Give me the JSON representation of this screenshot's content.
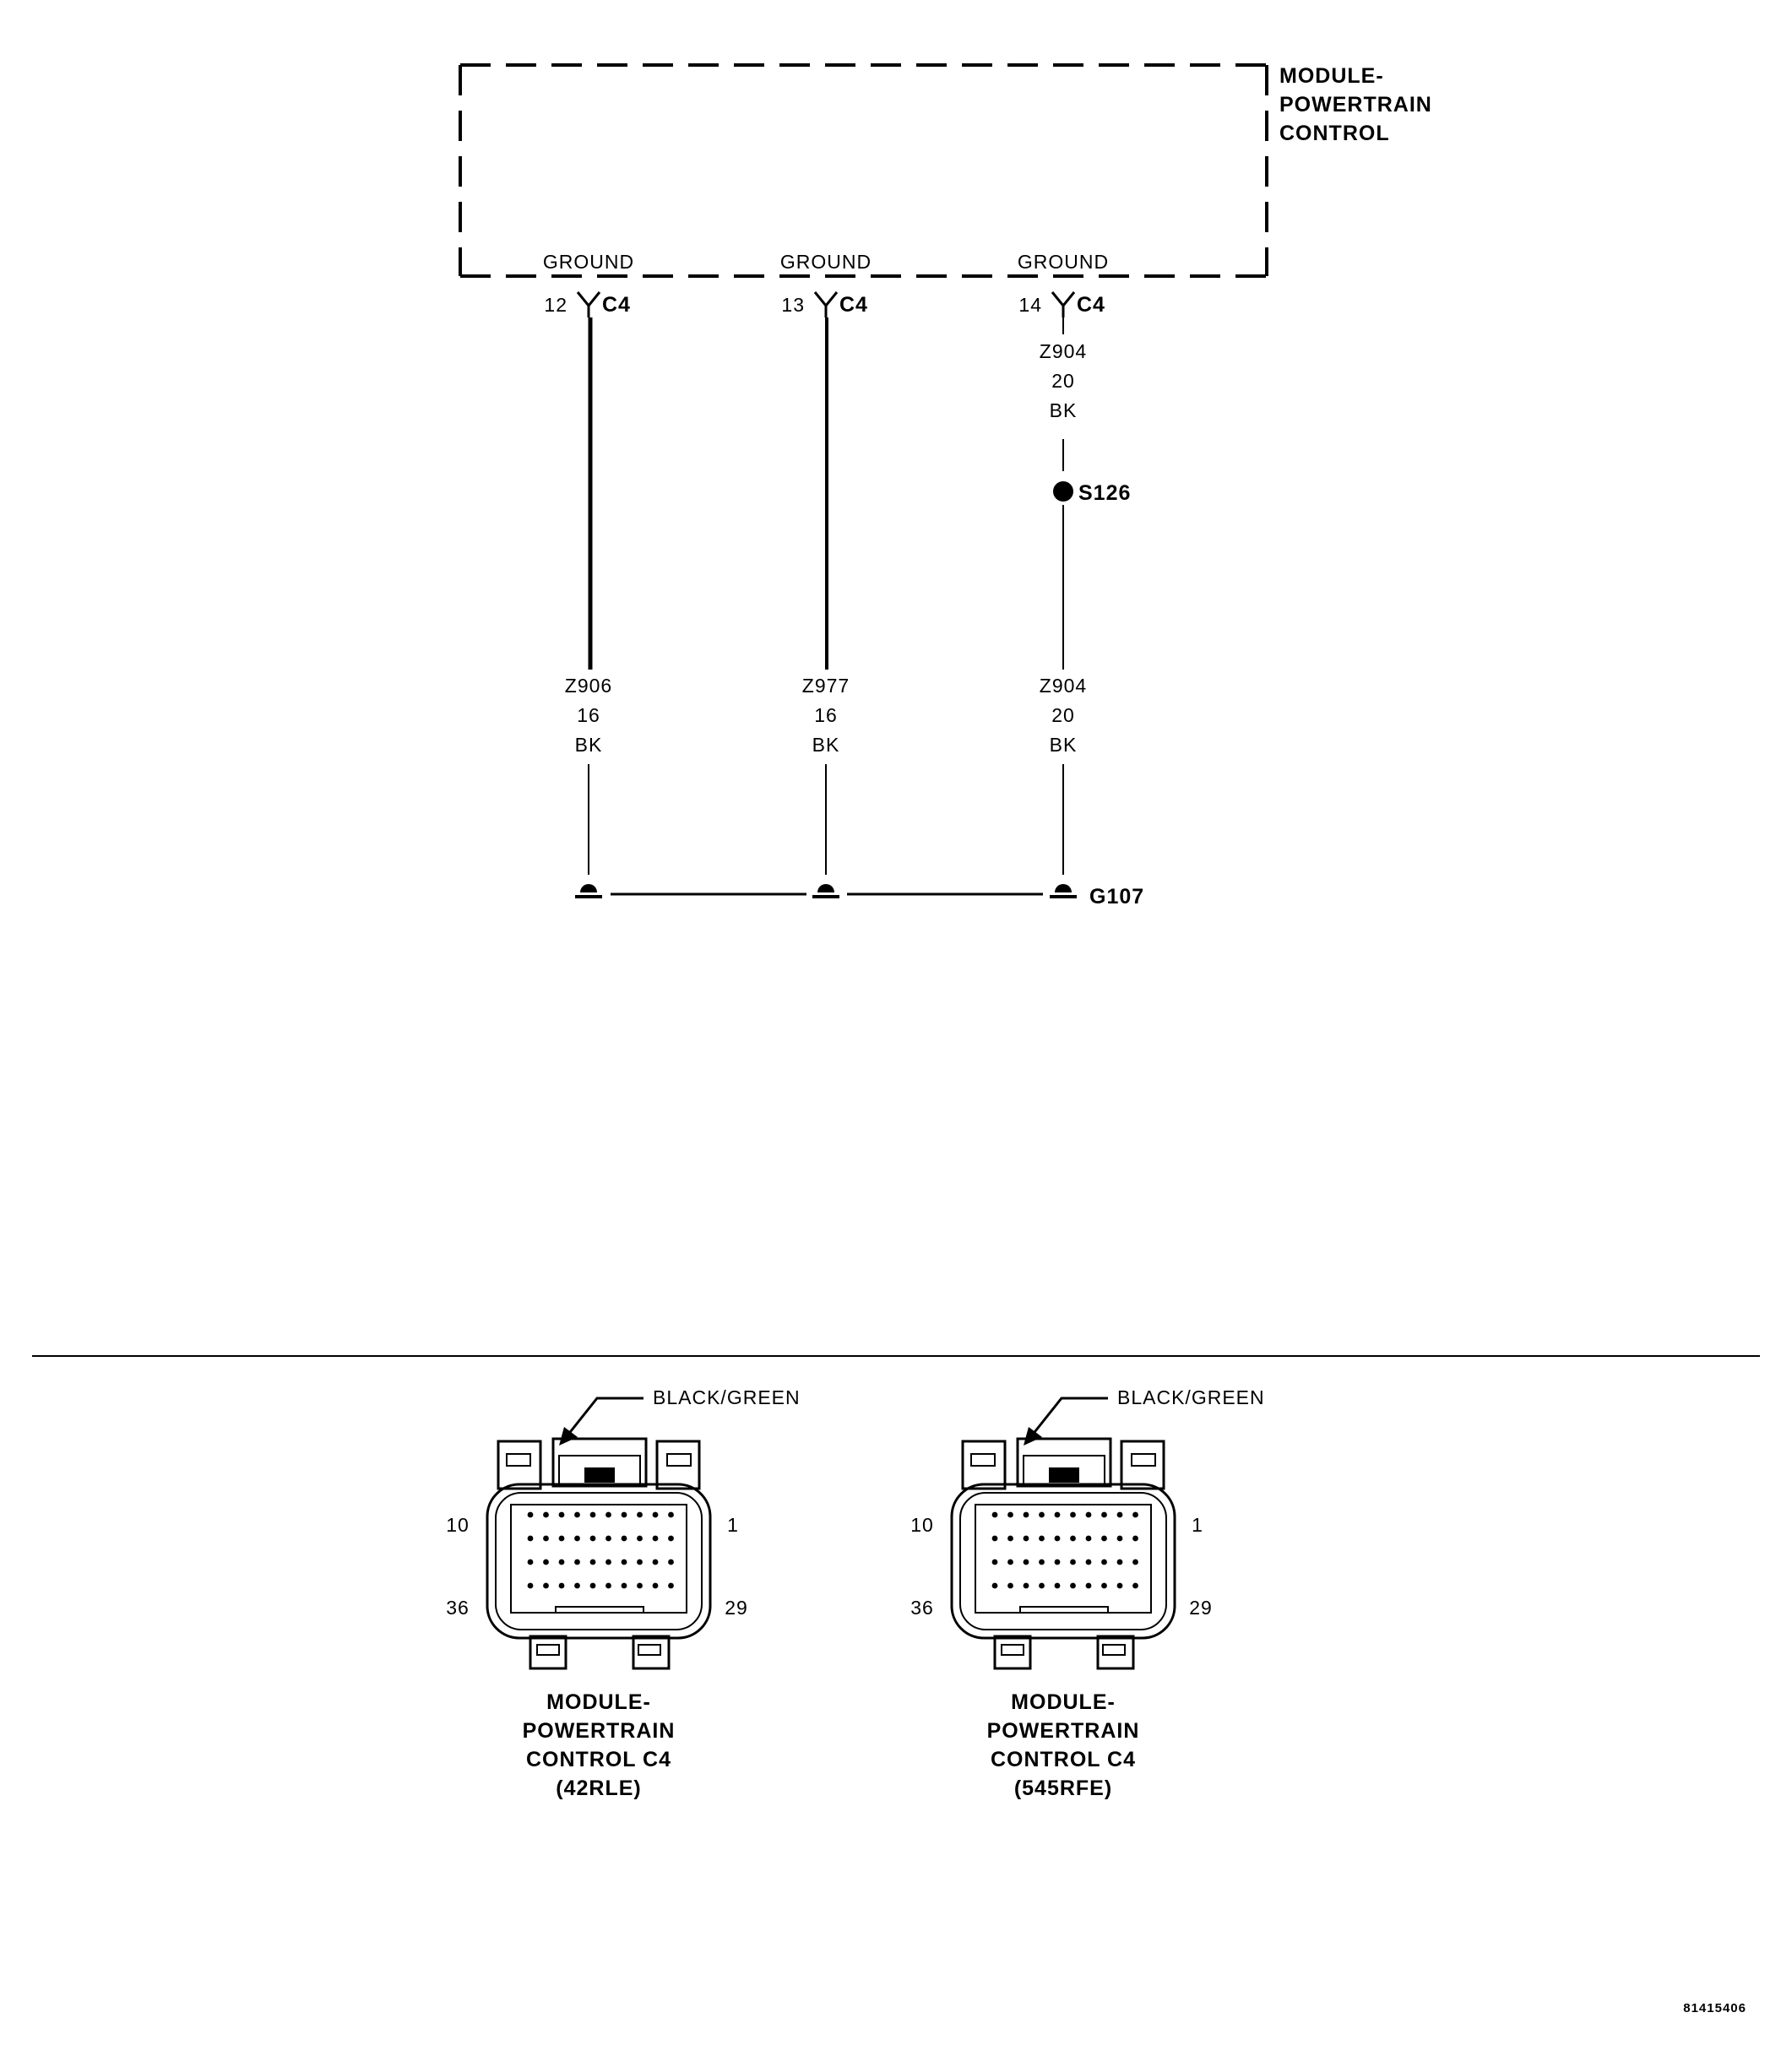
{
  "module": {
    "name_lines": [
      "MODULE-",
      "POWERTRAIN",
      "CONTROL"
    ],
    "pins": [
      {
        "label": "GROUND",
        "number": "12",
        "connector": "C4"
      },
      {
        "label": "GROUND",
        "number": "13",
        "connector": "C4"
      },
      {
        "label": "GROUND",
        "number": "14",
        "connector": "C4"
      }
    ]
  },
  "wires": {
    "upper": {
      "circuit": "Z904",
      "gauge": "20",
      "color": "BK"
    },
    "lower": [
      {
        "circuit": "Z906",
        "gauge": "16",
        "color": "BK"
      },
      {
        "circuit": "Z977",
        "gauge": "16",
        "color": "BK"
      },
      {
        "circuit": "Z904",
        "gauge": "20",
        "color": "BK"
      }
    ]
  },
  "splice": {
    "label": "S126"
  },
  "ground": {
    "label": "G107"
  },
  "connectors": [
    {
      "callout": "BLACK/GREEN",
      "pin_labels": {
        "top_left": "10",
        "top_right": "1",
        "bottom_left": "36",
        "bottom_right": "29"
      },
      "title_lines": [
        "MODULE-",
        "POWERTRAIN",
        "CONTROL C4",
        "(42RLE)"
      ]
    },
    {
      "callout": "BLACK/GREEN",
      "pin_labels": {
        "top_left": "10",
        "top_right": "1",
        "bottom_left": "36",
        "bottom_right": "29"
      },
      "title_lines": [
        "MODULE-",
        "POWERTRAIN",
        "CONTROL C4",
        "(545RFE)"
      ]
    }
  ],
  "figure_id": "81415406"
}
